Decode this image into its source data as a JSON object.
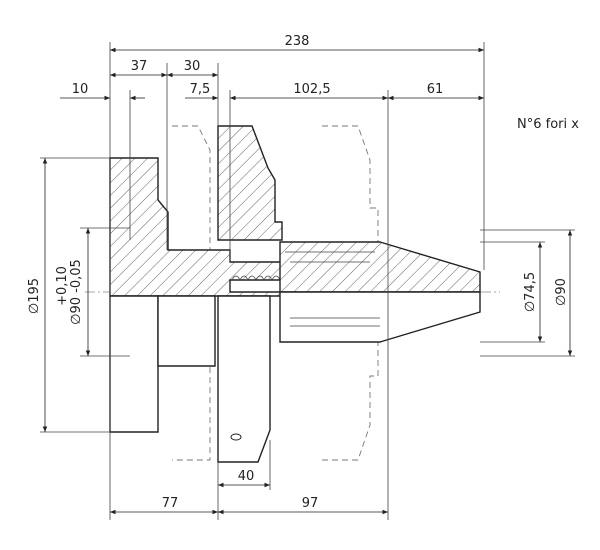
{
  "dimensions": {
    "overall_length": "238",
    "d37": "37",
    "d30": "30",
    "d10": "10",
    "d7_5": "7,5",
    "d102_5": "102,5",
    "d61": "61",
    "d40": "40",
    "d77": "77",
    "d97": "97",
    "dia195": "195",
    "dia90_tol_upper": "+0,10",
    "dia90_tol_lower": "90  -0,05",
    "dia74_5": "74,5",
    "dia90": "90"
  },
  "notes": {
    "holes": "N°6 fori x"
  },
  "symbols": {
    "diameter": "∅"
  }
}
